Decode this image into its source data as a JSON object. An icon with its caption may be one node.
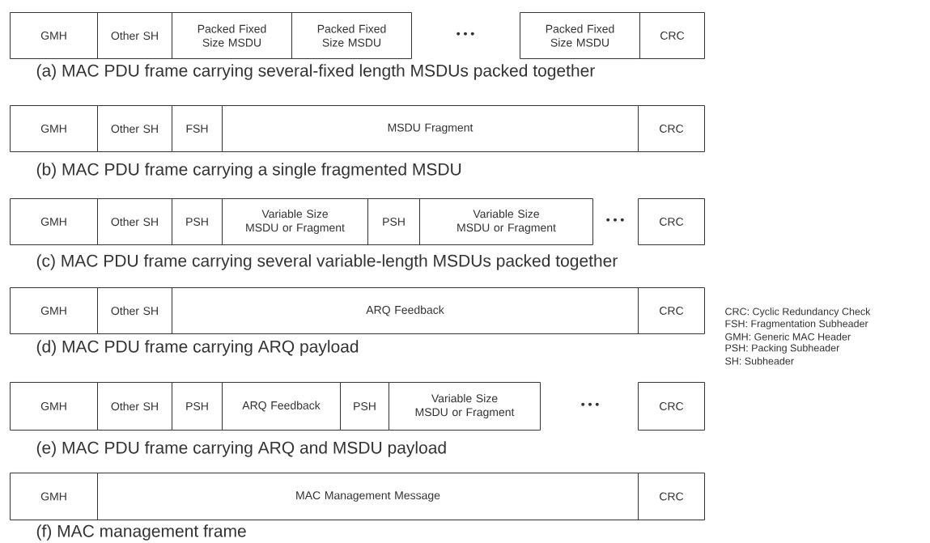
{
  "diagram": {
    "nodes": [
      {
        "text": [
          "GMH"
        ]
      },
      {
        "text": [
          "Other SH"
        ]
      },
      {
        "text": [
          "Packed Fixed Size MSDU"
        ]
      },
      {
        "text": [
          "Packed Fixed Size MSDU"
        ]
      },
      {
        "text": [
          "Packed Fixed Size MSDU"
        ]
      },
      {
        "text": [
          "CRC"
        ]
      },
      {
        "text": [
          "GMH"
        ]
      },
      {
        "text": [
          "Other SH"
        ]
      },
      {
        "text": [
          "FSH"
        ]
      },
      {
        "text": [
          "MSDU Fragment"
        ]
      },
      {
        "text": [
          "CRC"
        ]
      },
      {
        "text": [
          "GMH"
        ]
      },
      {
        "text": [
          "Other SH"
        ]
      },
      {
        "text": [
          "PSH"
        ]
      },
      {
        "text": [
          "Variable Size MSDU or Fragment"
        ]
      },
      {
        "text": [
          "PSH"
        ]
      },
      {
        "text": [
          "Variable Size MSDU or Fragment"
        ]
      },
      {
        "text": [
          "CRC"
        ]
      },
      {
        "text": [
          "GMH"
        ]
      },
      {
        "text": [
          "Other SH"
        ]
      },
      {
        "text": [
          "ARQ Feedback"
        ]
      },
      {
        "text": [
          "CRC"
        ]
      },
      {
        "text": [
          "GMH"
        ]
      },
      {
        "text": [
          "Other SH"
        ]
      },
      {
        "text": [
          "PSH"
        ]
      },
      {
        "text": [
          "ARQ Feedback"
        ]
      },
      {
        "text": [
          "PSH"
        ]
      },
      {
        "text": [
          "Variable Size MSDU or Fragment"
        ]
      },
      {
        "text": [
          "CRC"
        ]
      },
      {
        "text": [
          "GMH"
        ]
      },
      {
        "text": [
          "MAC Management Message"
        ]
      },
      {
        "text": [
          "CRC"
        ]
      }
    ],
    "labels": [
      "• • •",
      "(a) MAC PDU frame carrying several-fixed length MSDUs packed together",
      "(b) MAC PDU frame carrying a single fragmented MSDU",
      "• • •",
      "(c) MAC PDU frame carrying several variable-length MSDUs packed together",
      "(d) MAC PDU frame carrying ARQ payload",
      "• • •",
      "(e) MAC PDU frame carrying ARQ and MSDU payload",
      "(f) MAC management frame",
      "CRC:  Cyclic Redundancy Check",
      "FSH: Fragmentation Subheader",
      "GMH: Generic MAC Header",
      "PSH: Packing Subheader",
      "SH: Subheader"
    ]
  }
}
